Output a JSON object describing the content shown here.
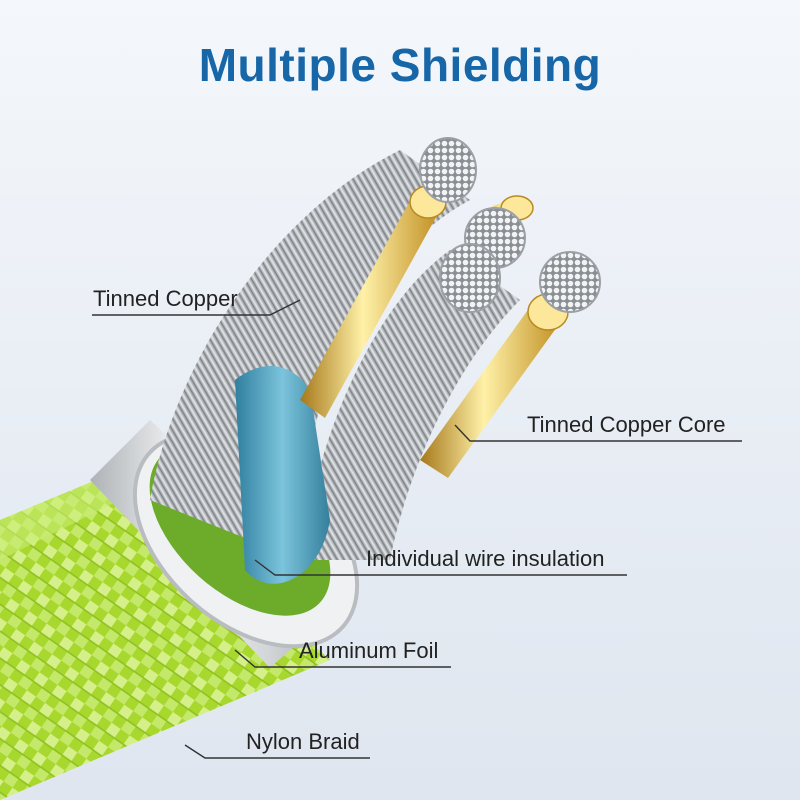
{
  "title": "Multiple Shielding",
  "labels": {
    "tinned_copper": "Tinned Copper",
    "tinned_copper_core": "Tinned Copper Core",
    "individual_wire_insulation": "Individual wire insulation",
    "aluminum_foil": "Aluminum Foil",
    "nylon_braid": "Nylon Braid"
  },
  "colors": {
    "title": "#1666a8",
    "braid": "#b7e03c",
    "insulation": "#4a9fbf",
    "copper_core": "#e8b83a",
    "foil": "#c9ccd0"
  }
}
